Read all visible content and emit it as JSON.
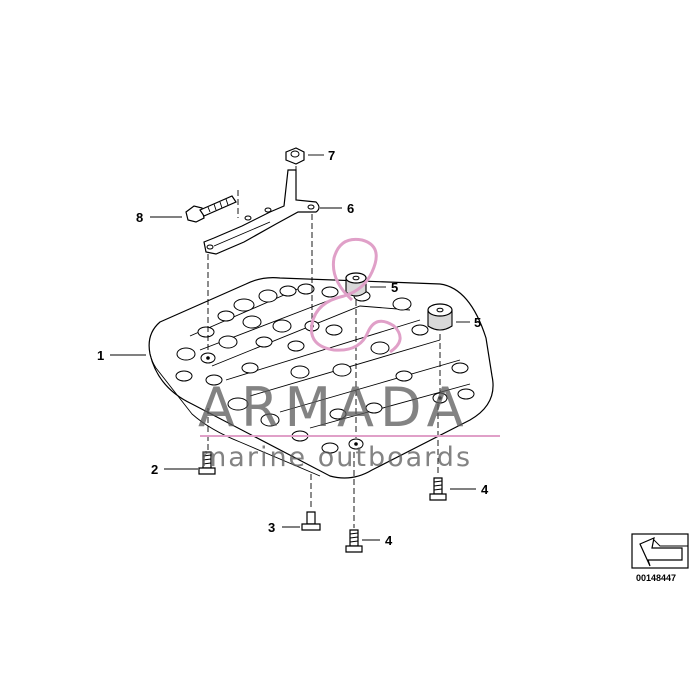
{
  "callouts": [
    {
      "id": "1",
      "label": "1"
    },
    {
      "id": "2",
      "label": "2"
    },
    {
      "id": "3",
      "label": "3"
    },
    {
      "id": "4a",
      "label": "4"
    },
    {
      "id": "4b",
      "label": "4"
    },
    {
      "id": "5a",
      "label": "5"
    },
    {
      "id": "5b",
      "label": "5"
    },
    {
      "id": "6",
      "label": "6"
    },
    {
      "id": "7",
      "label": "7"
    },
    {
      "id": "8",
      "label": "8"
    }
  ],
  "watermark": {
    "title": "ARMADA",
    "subtitle": "marine outboards",
    "accent_color": "#e0a0c8",
    "text_color": "#5a5a5a"
  },
  "part_number": "00148447",
  "icons": {
    "corner_badge": "arrow-badge-icon"
  }
}
